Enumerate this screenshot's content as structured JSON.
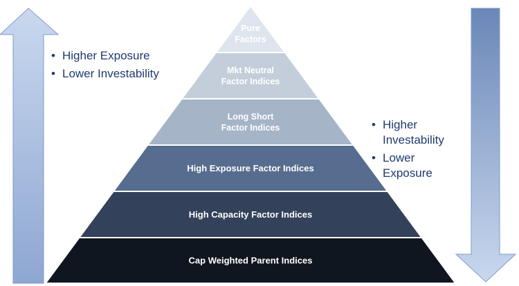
{
  "pyramid": {
    "tiers": [
      {
        "label": "Pure Factors",
        "lines": [
          "Pure",
          "Factors"
        ],
        "color": "#dfe5ee",
        "text_color": "#ffffff"
      },
      {
        "label": "Mkt Neutral Factor Indices",
        "lines": [
          "Mkt Neutral",
          "Factor Indices"
        ],
        "color": "#c4cedb",
        "text_color": "#ffffff"
      },
      {
        "label": "Long Short Factor Indices",
        "lines": [
          "Long Short",
          "Factor Indices"
        ],
        "color": "#a6b4c8",
        "text_color": "#ffffff"
      },
      {
        "label": "High Exposure Factor Indices",
        "lines": [
          "High Exposure Factor Indices"
        ],
        "color": "#566d8f",
        "text_color": "#ffffff"
      },
      {
        "label": "High Capacity Factor Indices",
        "lines": [
          "High Capacity Factor Indices"
        ],
        "color": "#33425a",
        "text_color": "#ffffff"
      },
      {
        "label": "Cap Weighted Parent Indices",
        "lines": [
          "Cap Weighted Parent Indices"
        ],
        "color": "#10161f",
        "text_color": "#ffffff"
      }
    ]
  },
  "left_panel": {
    "arrow_direction": "up",
    "bullets": [
      "Higher Exposure",
      "Lower Investability"
    ]
  },
  "right_panel": {
    "arrow_direction": "down",
    "bullets": [
      "Higher Investability",
      "Lower Exposure"
    ]
  },
  "colors": {
    "text_blue": "#1f3a6e",
    "arrow_light": "#b7cbe8",
    "arrow_mid": "#93add6",
    "arrow_dark": "#6b87b8",
    "arrow_edge": "#7f9acb"
  }
}
